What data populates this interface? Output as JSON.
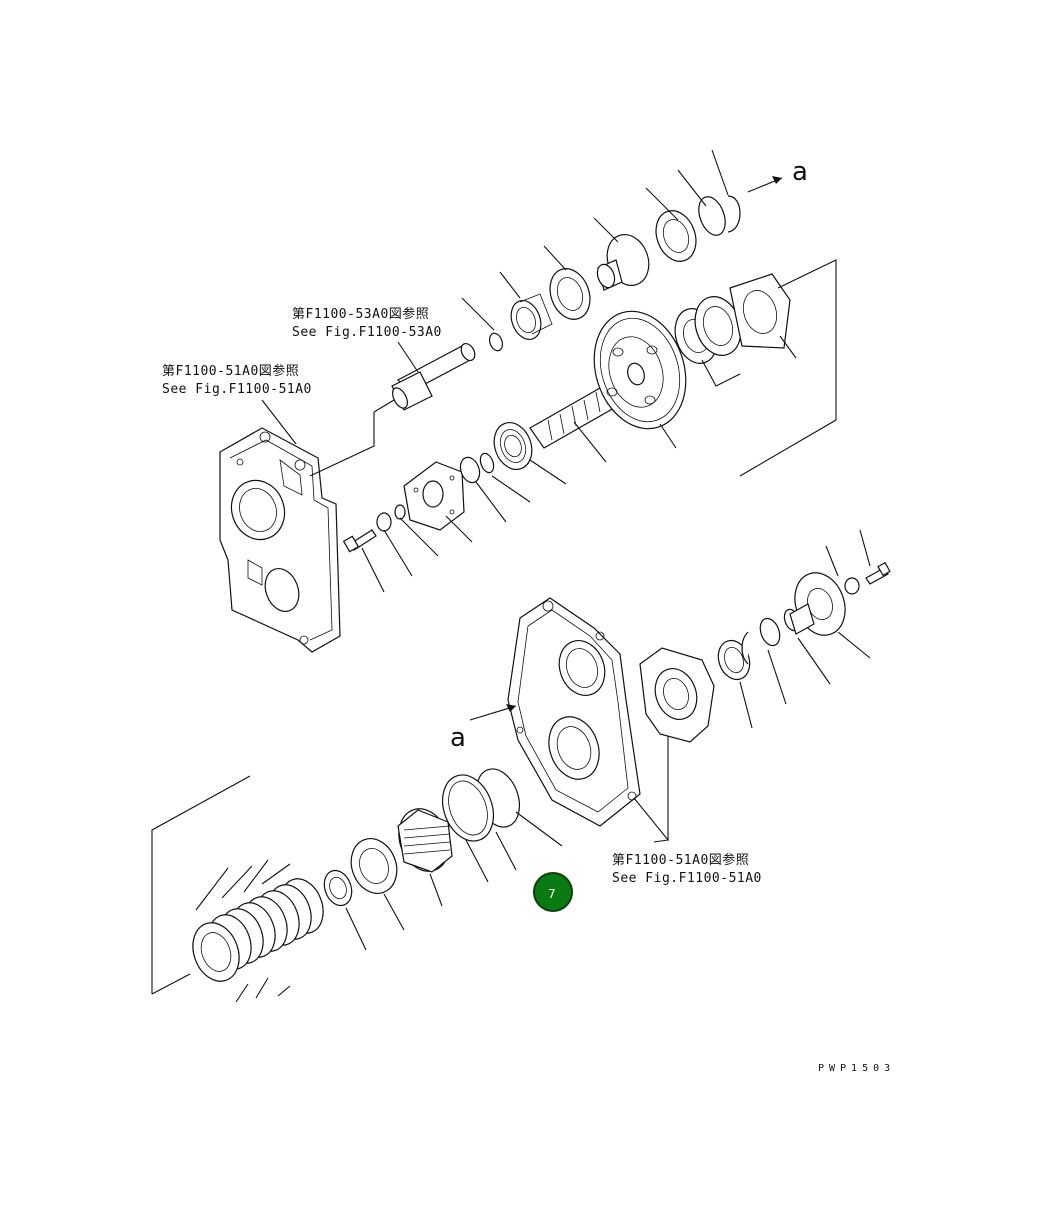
{
  "references": {
    "fig_53a0_jp": "第F1100-53A0図参照",
    "fig_53a0_en": "See Fig.F1100-53A0",
    "fig_51a0_top_jp": "第F1100-51A0図参照",
    "fig_51a0_top_en": "See Fig.F1100-51A0",
    "fig_51a0_bottom_jp": "第F1100-51A0図参照",
    "fig_51a0_bottom_en": "See Fig.F1100-51A0"
  },
  "connection_labels": {
    "top": "a",
    "bottom": "a"
  },
  "marker": {
    "label": "7",
    "color": "#0a7a12"
  },
  "drawing_code": "PWP1503"
}
